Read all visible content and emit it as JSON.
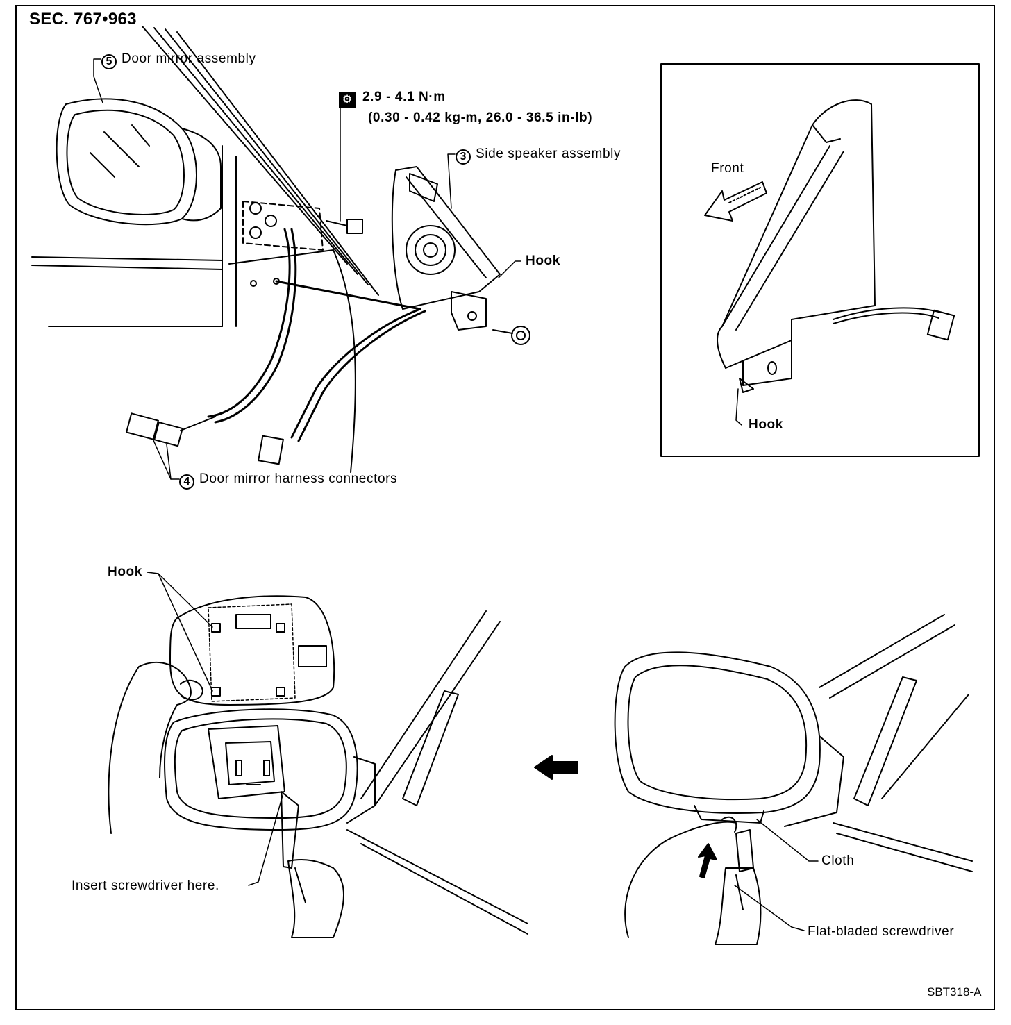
{
  "section": "SEC. 767•963",
  "figure_code": "SBT318-A",
  "labels": {
    "door_mirror_assembly": {
      "num": "5",
      "text": "Door mirror assembly"
    },
    "side_speaker_assembly": {
      "num": "3",
      "text": "Side speaker assembly"
    },
    "door_mirror_harness_connectors": {
      "num": "4",
      "text": "Door mirror harness connectors"
    },
    "torque_line1": "2.9 - 4.1 N·m",
    "torque_line2": "(0.30 - 0.42 kg-m, 26.0 - 36.5 in-lb)",
    "hook_main": "Hook",
    "front": "Front",
    "hook_inset": "Hook",
    "hook_bottom": "Hook",
    "insert_screwdriver": "Insert screwdriver here.",
    "cloth": "Cloth",
    "flat_bladed_screwdriver": "Flat-bladed screwdriver"
  },
  "icons": [
    "torque-wrench-icon",
    "direction-arrow-icon"
  ]
}
